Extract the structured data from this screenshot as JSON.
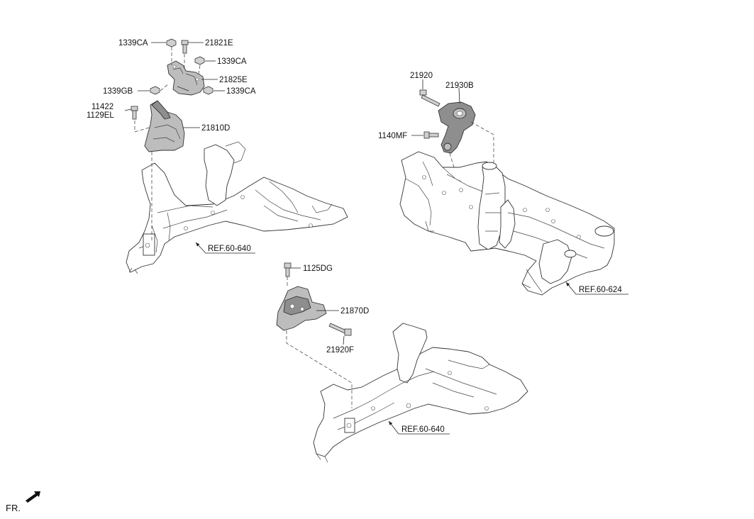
{
  "labels": {
    "l_1339ca_a": "1339CA",
    "l_21821e": "21821E",
    "l_1339ca_b": "1339CA",
    "l_21825e": "21825E",
    "l_1339gb": "1339GB",
    "l_1339ca_c": "1339CA",
    "l_11422": "11422",
    "l_1129el": "1129EL",
    "l_21810d": "21810D",
    "l_21920": "21920",
    "l_21930b": "21930B",
    "l_1140mf": "1140MF",
    "l_1125dg": "1125DG",
    "l_21870d": "21870D",
    "l_21920f": "21920F"
  },
  "refs": {
    "ref_left": "REF.60-640",
    "ref_right": "REF.60-624",
    "ref_bottom": "REF.60-640"
  },
  "direction": {
    "label": "FR."
  }
}
